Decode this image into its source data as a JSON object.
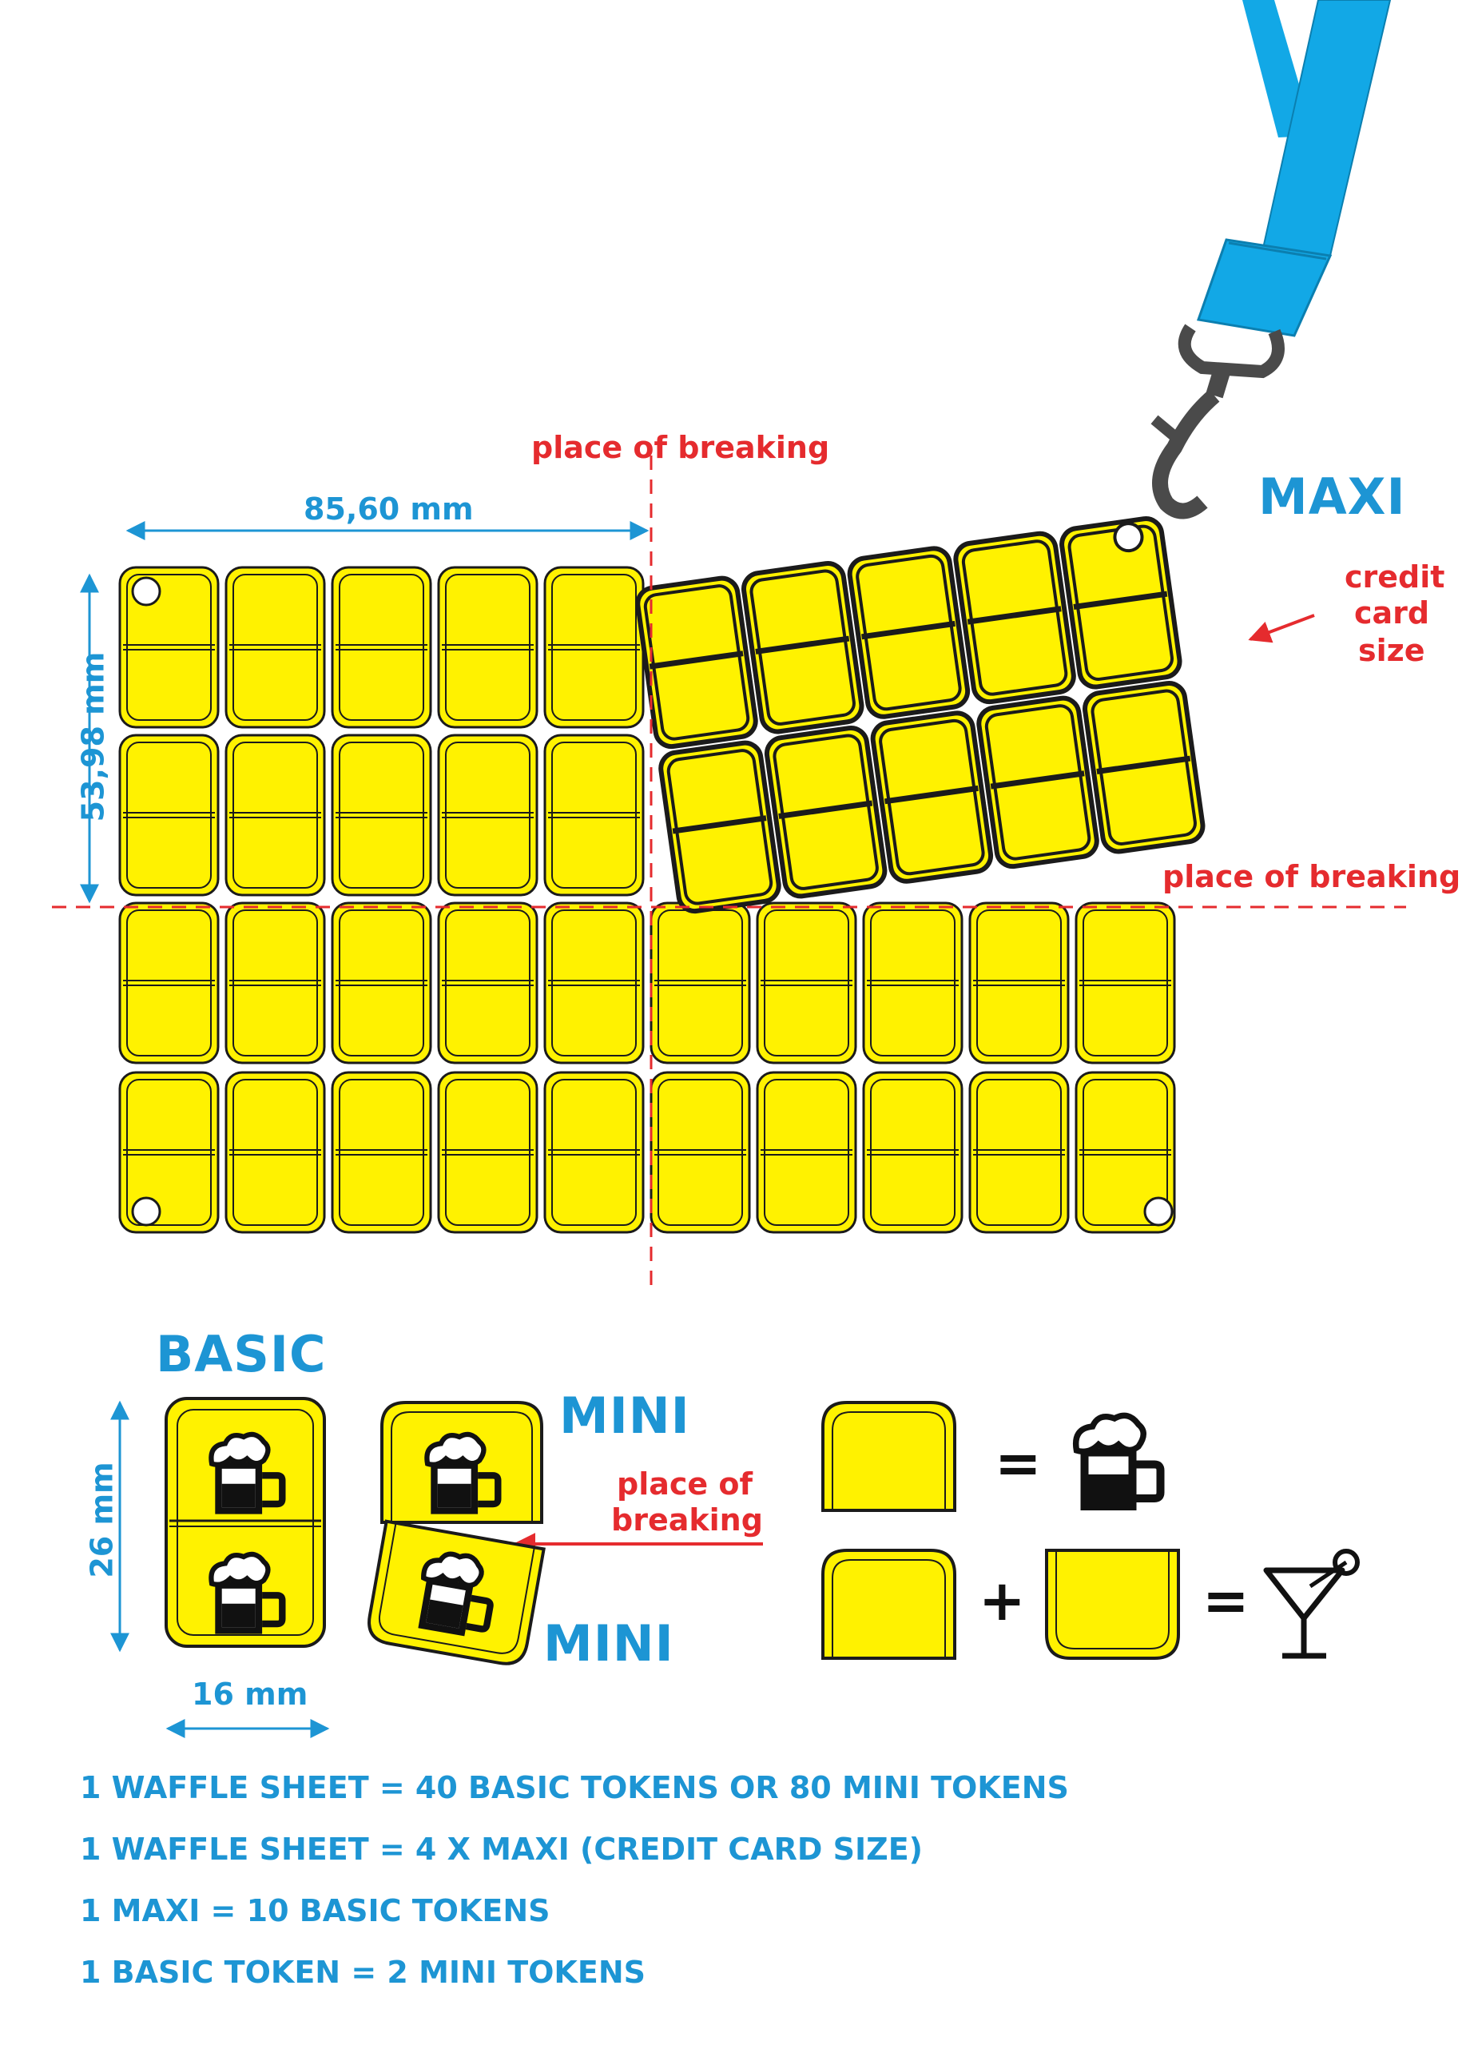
{
  "labels": {
    "break_top": "place of breaking",
    "break_right": "place of breaking",
    "break_mini_1": "place of",
    "break_mini_2": "breaking",
    "maxi": "MAXI",
    "credit_1": "credit",
    "credit_2": "card",
    "credit_3": "size",
    "width_dim": "85,60 mm",
    "height_dim": "53,98 mm",
    "basic": "BASIC",
    "mini_top": "MINI",
    "mini_bottom": "MINI",
    "token_height": "26 mm",
    "token_width": "16 mm",
    "equals_1": "=",
    "plus": "+",
    "equals_2": "="
  },
  "equations": [
    "1 WAFFLE SHEET = 40 BASIC TOKENS OR 80 MINI TOKENS",
    "1 WAFFLE SHEET = 4 X MAXI (CREDIT CARD SIZE)",
    "1 MAXI = 10 BASIC TOKENS",
    "1 BASIC TOKEN = 2 MINI TOKENS"
  ],
  "icons": [
    "beer-mug-icon",
    "cocktail-glass-icon",
    "lanyard-icon",
    "snap-hook-icon",
    "arrow-icon"
  ],
  "colors": {
    "token_yellow": "#fff200",
    "outline": "#1b1b1b",
    "accent_blue": "#1d95d4",
    "lanyard_blue": "#12a8e6",
    "break_red": "#e52b2e",
    "hook_gray": "#4a4a4a"
  }
}
